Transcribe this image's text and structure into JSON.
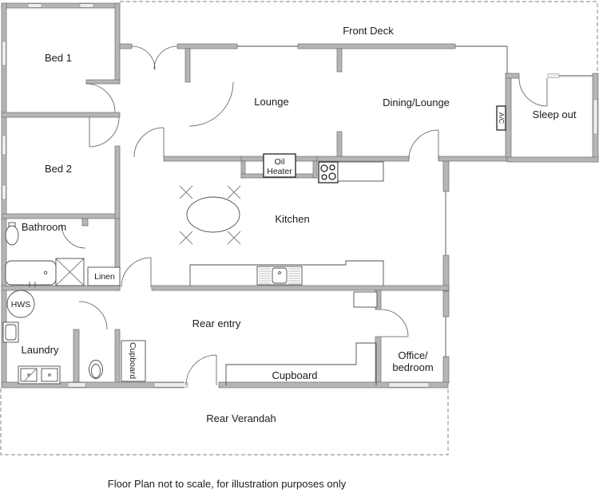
{
  "plan": {
    "rooms": {
      "bed1": "Bed 1",
      "bed2": "Bed 2",
      "bathroom": "Bathroom",
      "laundry": "Laundry",
      "lounge": "Lounge",
      "dining_lounge": "Dining/Lounge",
      "sleep_out": "Sleep out",
      "kitchen": "Kitchen",
      "rear_entry": "Rear entry",
      "office_line1": "Office/",
      "office_line2": "bedroom",
      "front_deck": "Front Deck",
      "rear_verandah": "Rear Verandah"
    },
    "fixtures": {
      "oil_line1": "Oil",
      "oil_line2": "Heater",
      "ac": "A/C",
      "linen": "Linen",
      "hws": "HWS",
      "cupboard_hall": "Cupboard",
      "cupboard_rear": "Cupboard"
    },
    "caption": "Floor Plan not to scale, for illustration purposes only",
    "colors": {
      "wall": "#b5b5b5",
      "wall_edge": "#6f6f6f",
      "line": "#4c4c4c",
      "text": "#1c1c1c"
    }
  }
}
